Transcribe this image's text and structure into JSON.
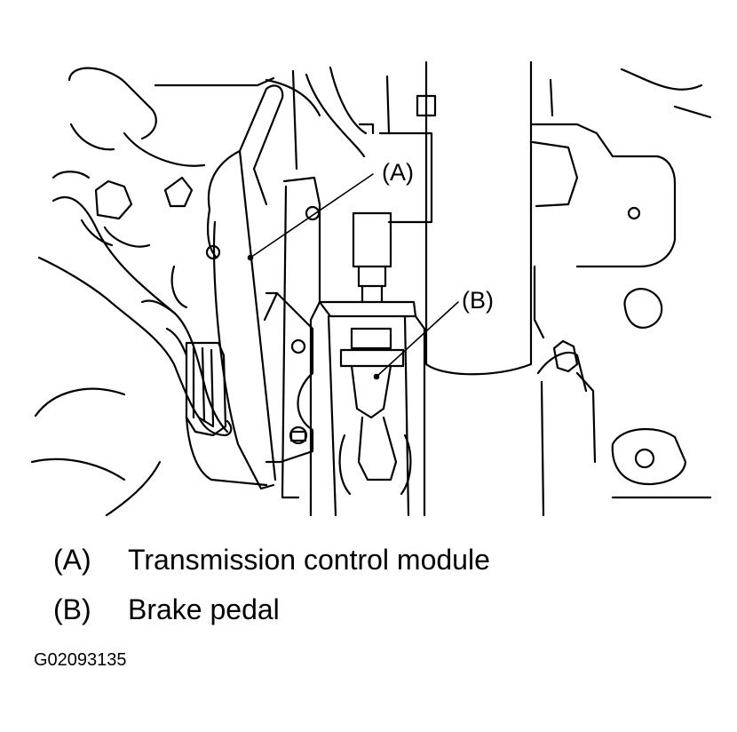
{
  "callouts": {
    "a": "(A)",
    "b": "(B)"
  },
  "legend": [
    {
      "key": "(A)",
      "text": "Transmission control module"
    },
    {
      "key": "(B)",
      "text": "Brake pedal"
    }
  ],
  "figure_id": "G02093135",
  "colors": {
    "ink": "#000000",
    "paper": "#ffffff"
  }
}
